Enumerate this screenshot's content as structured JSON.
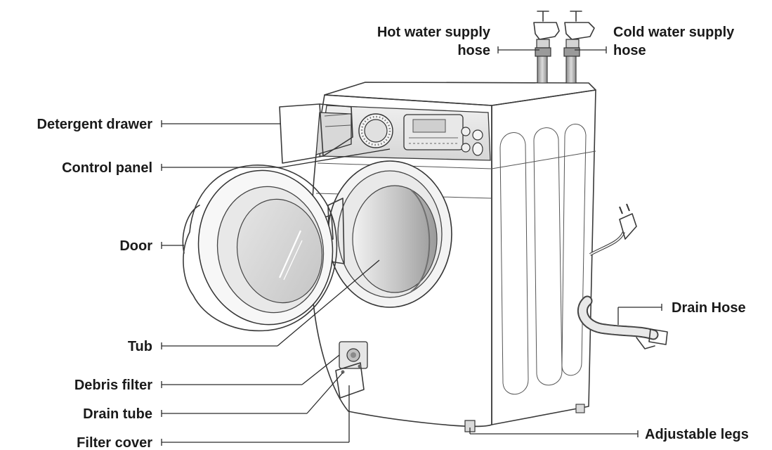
{
  "labels": {
    "hot_water_line1": "Hot water supply",
    "hot_water_line2": "hose",
    "cold_water_line1": "Cold water supply",
    "cold_water_line2": "hose",
    "detergent_drawer": "Detergent drawer",
    "control_panel": "Control panel",
    "door": "Door",
    "tub": "Tub",
    "debris_filter": "Debris filter",
    "drain_tube": "Drain tube",
    "filter_cover": "Filter cover",
    "drain_hose": "Drain Hose",
    "adjustable_legs": "Adjustable legs"
  }
}
